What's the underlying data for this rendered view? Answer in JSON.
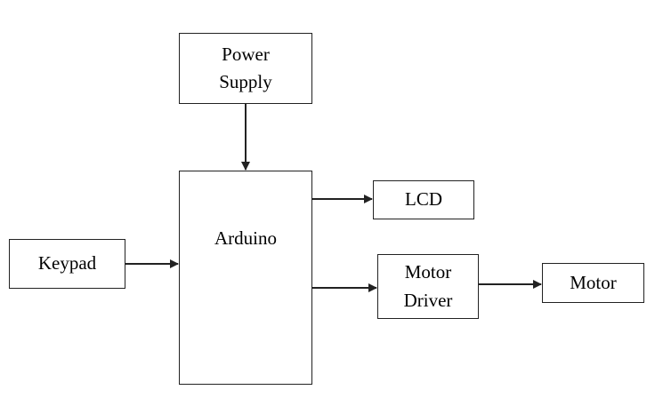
{
  "blocks": {
    "power_supply": {
      "line1": "Power",
      "line2": "Supply"
    },
    "arduino": {
      "label": "Arduino"
    },
    "keypad": {
      "label": "Keypad"
    },
    "lcd": {
      "label": "LCD"
    },
    "motor_driver": {
      "line1": "Motor",
      "line2": "Driver"
    },
    "motor": {
      "label": "Motor"
    }
  },
  "connections": [
    {
      "from": "power_supply",
      "to": "arduino"
    },
    {
      "from": "keypad",
      "to": "arduino"
    },
    {
      "from": "arduino",
      "to": "lcd"
    },
    {
      "from": "arduino",
      "to": "motor_driver"
    },
    {
      "from": "motor_driver",
      "to": "motor"
    }
  ],
  "colors": {
    "stroke": "#222222",
    "background": "#ffffff"
  }
}
